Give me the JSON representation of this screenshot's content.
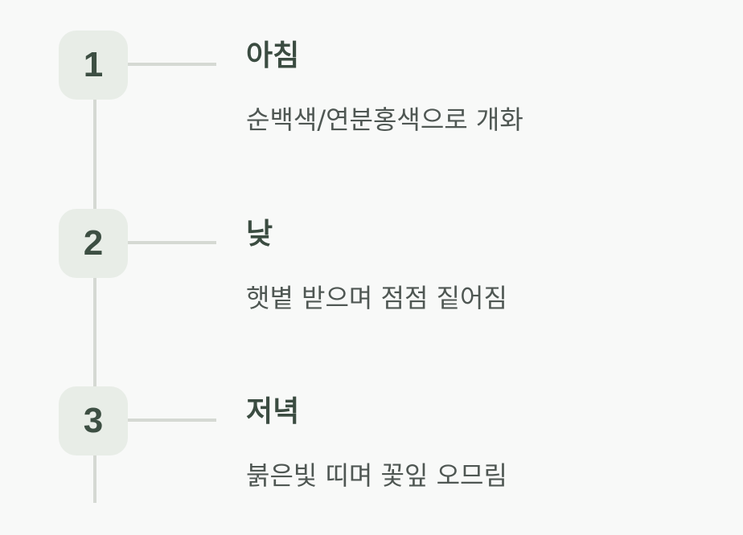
{
  "steps": [
    {
      "number": "1",
      "title": "아침",
      "description": "순백색/연분홍색으로 개화"
    },
    {
      "number": "2",
      "title": "낮",
      "description": "햇볕 받으며 점점 짙어짐"
    },
    {
      "number": "3",
      "title": "저녁",
      "description": "붉은빛 띠며 꽃잎 오므림"
    }
  ]
}
